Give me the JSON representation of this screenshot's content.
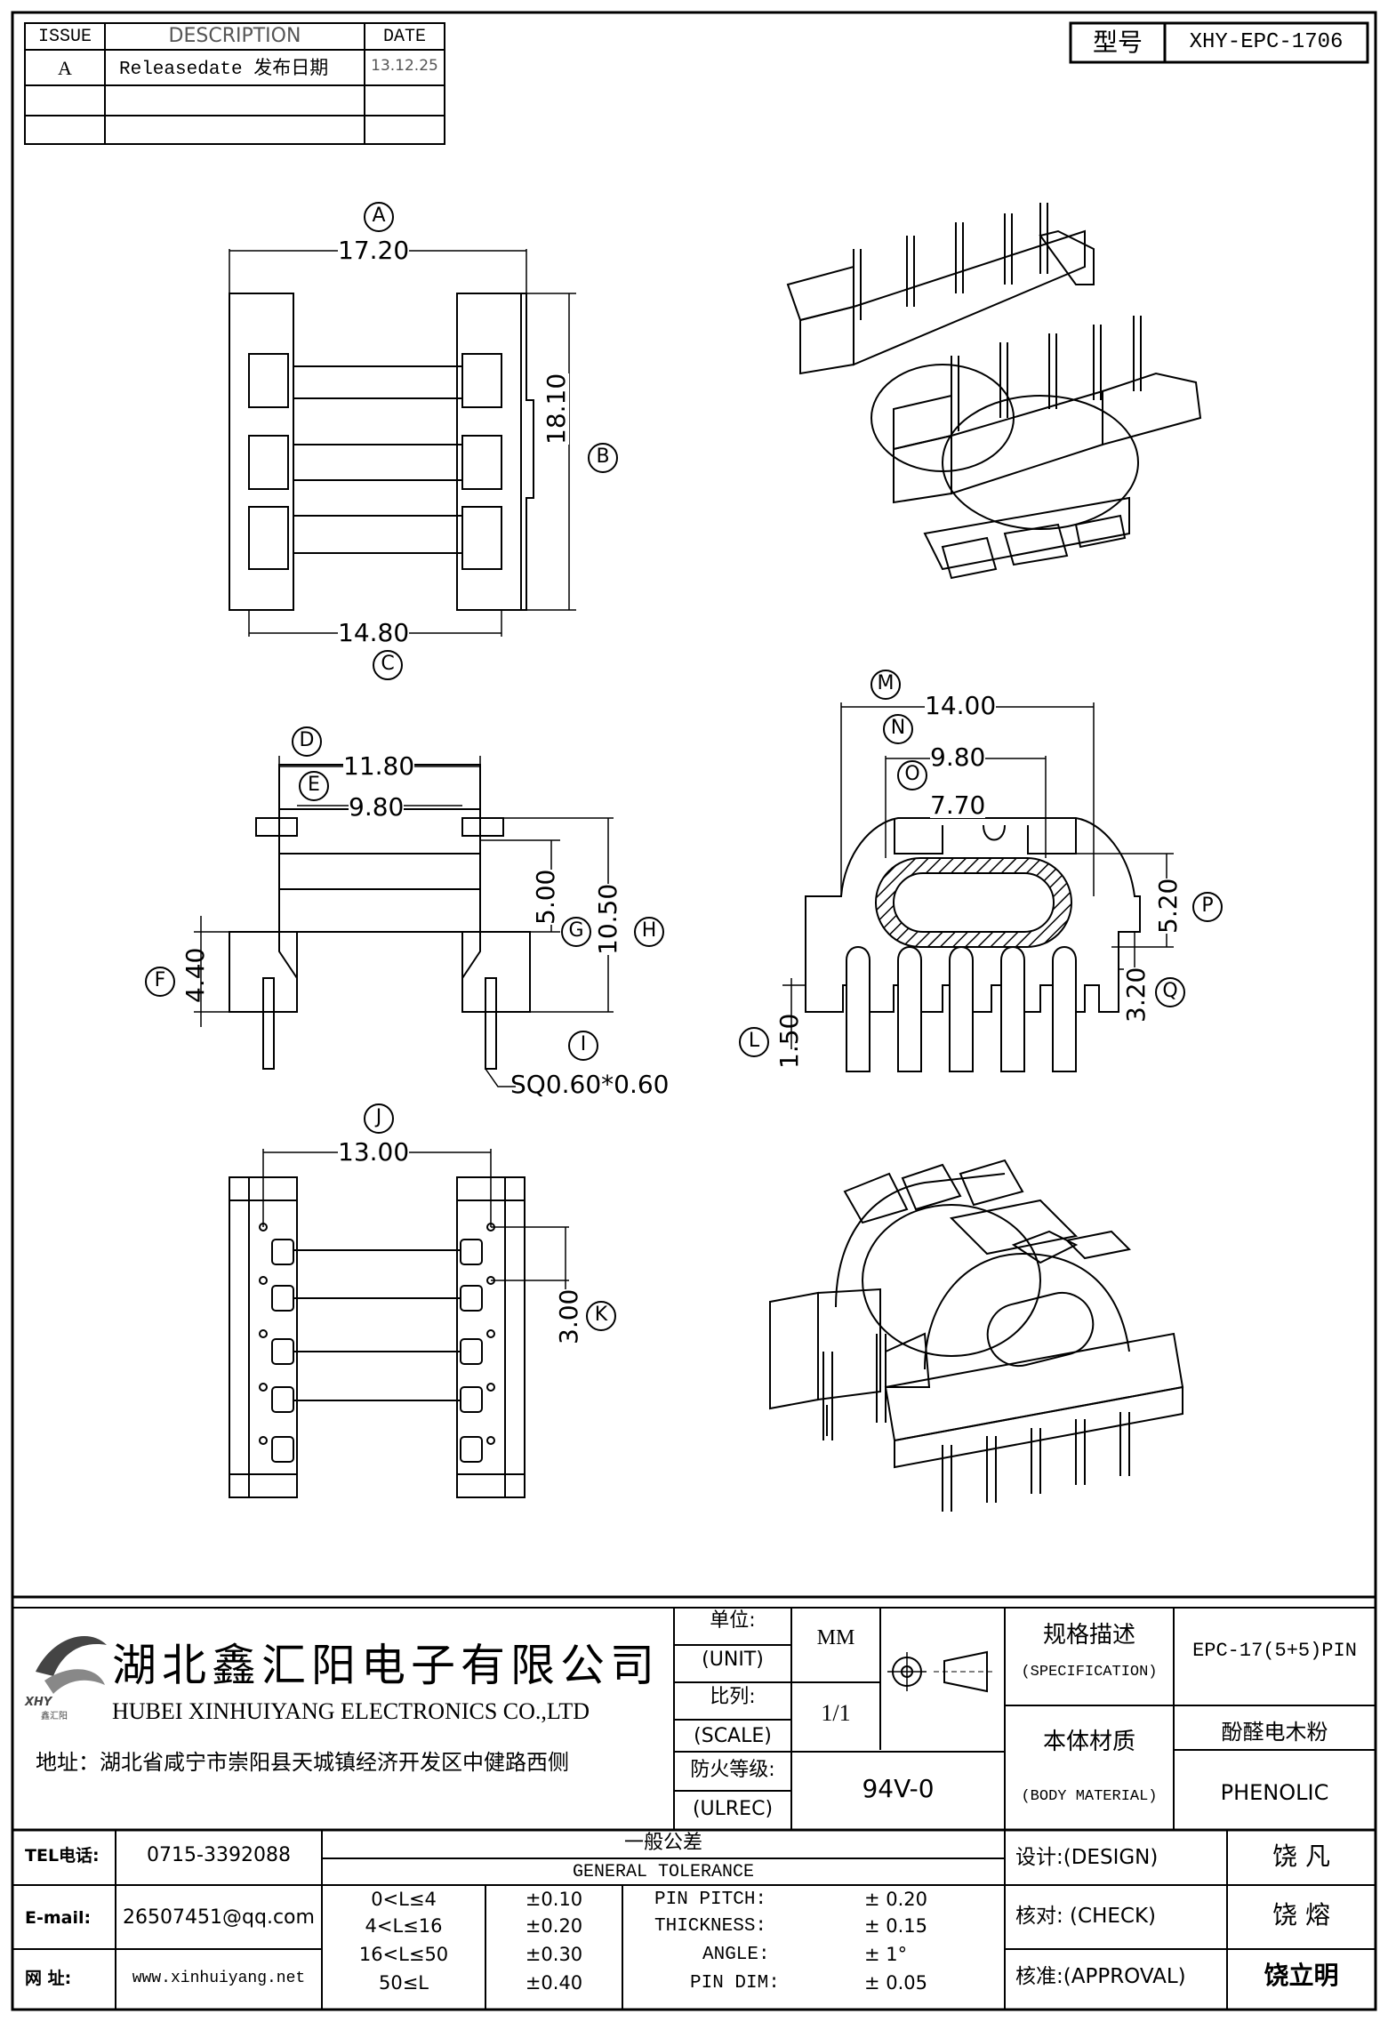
{
  "revision_table": {
    "headers": [
      "ISSUE",
      "DESCRIPTION",
      "DATE"
    ],
    "rows": [
      {
        "issue": "A",
        "description": "Releasedate 发布日期",
        "date": "13.12.25"
      },
      {
        "issue": "",
        "description": "",
        "date": ""
      },
      {
        "issue": "",
        "description": "",
        "date": ""
      }
    ]
  },
  "model": {
    "label": "型号",
    "value": "XHY-EPC-1706"
  },
  "dims": {
    "A": "17.20",
    "B": "18.10",
    "C": "14.80",
    "D": "11.80",
    "E": "9.80",
    "F": "4.40",
    "G": "5.00",
    "H": "10.50",
    "I": "SQ0.60*0.60",
    "J": "13.00",
    "K": "3.00",
    "L": "1.50",
    "M": "14.00",
    "N": "9.80",
    "O": "7.70",
    "P": "5.20",
    "Q": "3.20"
  },
  "callouts": [
    "A",
    "B",
    "C",
    "D",
    "E",
    "F",
    "G",
    "H",
    "I",
    "J",
    "K",
    "L",
    "M",
    "N",
    "O",
    "P",
    "Q"
  ],
  "company": {
    "name_cn": "湖北鑫汇阳电子有限公司",
    "name_en": "HUBEI XINHUIYANG ELECTRONICS CO.,LTD",
    "logo_text": "XHY",
    "logo_sub": "鑫汇阳",
    "address": "地址：湖北省咸宁市崇阳县天城镇经济开发区中健路西侧"
  },
  "title_block": {
    "unit_cn": "单位:",
    "unit_en": "(UNIT)",
    "unit_value": "MM",
    "scale_cn": "比列:",
    "scale_en": "(SCALE)",
    "scale_value": "1/1",
    "ulrec_cn": "防火等级:",
    "ulrec_en": "(ULREC)",
    "ulrec_value": "94V-0",
    "spec_cn": "规格描述",
    "spec_en": "(SPECIFICATION)",
    "spec_value": "EPC-17(5+5)PIN",
    "material_cn": "本体材质",
    "material_en": "(BODY MATERIAL)",
    "material_value_cn": "酚醛电木粉",
    "material_value_en": "PHENOLIC"
  },
  "contact": {
    "tel_label": "TEL电话:",
    "tel": "0715-3392088",
    "email_label": "E-mail:",
    "email": "26507451@qq.com",
    "web_label": "网  址:",
    "web": "www.xinhuiyang.net"
  },
  "tolerance": {
    "title_cn": "一般公差",
    "title_en": "GENERAL TOLERANCE",
    "ranges": [
      {
        "range": "0<L≤4",
        "tol": "±0.10"
      },
      {
        "range": "4<L≤16",
        "tol": "±0.20"
      },
      {
        "range": "16<L≤50",
        "tol": "±0.30"
      },
      {
        "range": "50≤L",
        "tol": "±0.40"
      }
    ],
    "specs": [
      {
        "label": "PIN PITCH:",
        "value": "± 0.20"
      },
      {
        "label": "THICKNESS:",
        "value": "± 0.15"
      },
      {
        "label": "ANGLE:",
        "value": "± 1°"
      },
      {
        "label": "PIN DIM:",
        "value": "± 0.05"
      }
    ]
  },
  "signoff": [
    {
      "label": "设计:(DESIGN)",
      "name": "饶  凡"
    },
    {
      "label": "核对: (CHECK)",
      "name": "饶  熔"
    },
    {
      "label": "核准:(APPROVAL)",
      "name": "饶立明"
    }
  ]
}
